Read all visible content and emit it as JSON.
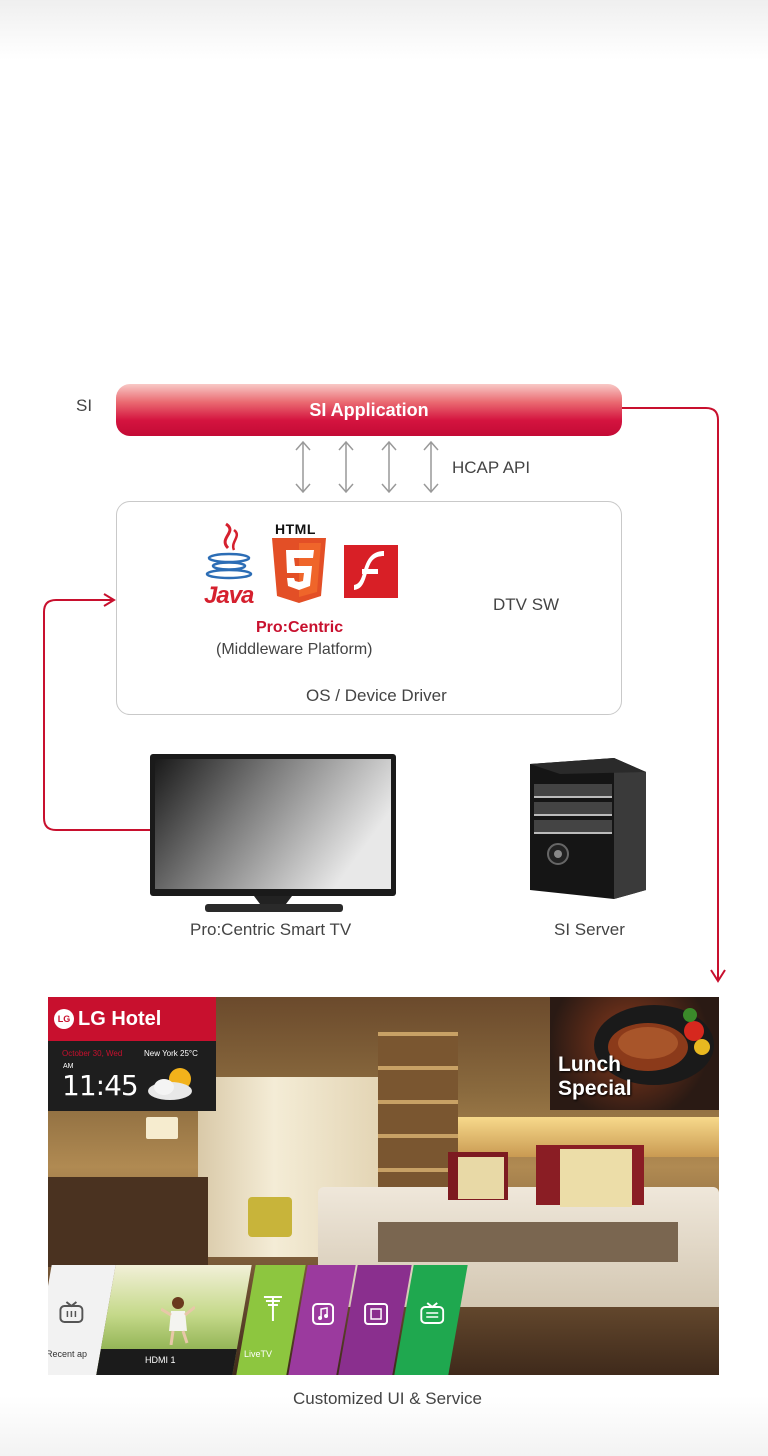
{
  "diagram": {
    "si_label": "SI",
    "si_application": "SI Application",
    "hcap_api": "HCAP API",
    "java_logo_text": "Java",
    "html5_logo_text": "HTML",
    "procentric_name": "Pro:Centric",
    "procentric_subtitle": "(Middleware Platform)",
    "dtv_sw": "DTV SW",
    "os_driver": "OS / Device Driver",
    "tv_caption": "Pro:Centric Smart TV",
    "server_caption": "SI Server",
    "bottom_caption": "Customized UI & Service",
    "accent_color": "#c8102e"
  },
  "hotel_screen": {
    "brand": "LG Hotel",
    "logo_text": "LG",
    "date": "October 30, Wed",
    "city_temp": "New York 25°C",
    "ampm": "AM",
    "time": "11:45",
    "promo_line1": "Lunch",
    "promo_line2": "Special",
    "tiles": {
      "recent": "Recent ap",
      "hdmi": "HDMI 1",
      "livetv": "LiveTV"
    }
  }
}
